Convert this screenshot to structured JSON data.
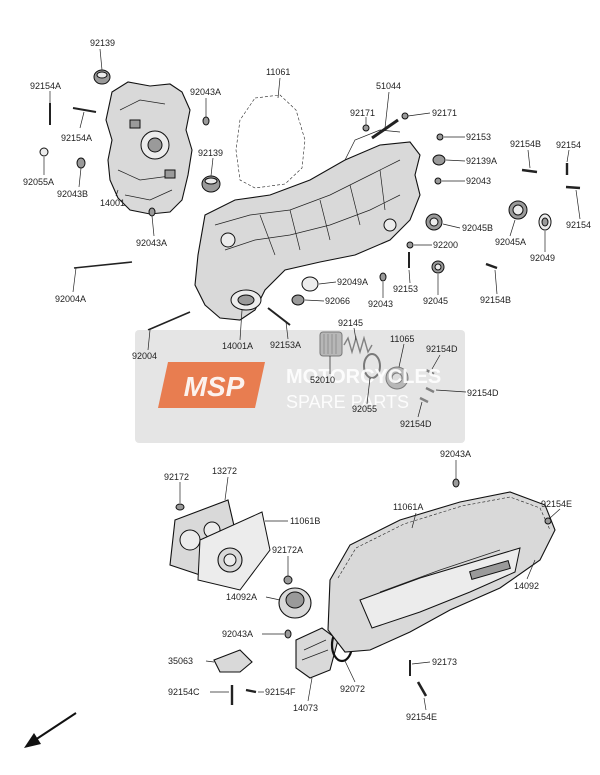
{
  "watermark": {
    "logo_text": "MSP",
    "line1": "MOTORCYCLES",
    "line2": "SPARE PARTS",
    "brand_color": "#e85a1e",
    "panel_color": "#cfcfcf"
  },
  "parts": {
    "p92139_top": "92139",
    "p92154A_1": "92154A",
    "p92154A_2": "92154A",
    "p92055A": "92055A",
    "p92043B": "92043B",
    "p14001": "14001",
    "p92043A_1": "92043A",
    "p92043A_2": "92043A",
    "p92139_mid": "92139",
    "p11061": "11061",
    "p51044": "51044",
    "p92171_1": "92171",
    "p92171_2": "92171",
    "p92153_1": "92153",
    "p92139A": "92139A",
    "p92043_1": "92043",
    "p92154B_1": "92154B",
    "p92154_1": "92154",
    "p92154_2": "92154",
    "p92045B": "92045B",
    "p92045A": "92045A",
    "p92049": "92049",
    "p92200": "92200",
    "p92153_2": "92153",
    "p92045": "92045",
    "p92154B_2": "92154B",
    "p92049A": "92049A",
    "p92066": "92066",
    "p92043_2": "92043",
    "p92004A": "92004A",
    "p92004": "92004",
    "p14001A": "14001A",
    "p92153A": "92153A",
    "p92145": "92145",
    "p11065": "11065",
    "p92154D_1": "92154D",
    "p92154D_2": "92154D",
    "p92154D_3": "92154D",
    "p52010": "52010",
    "p92055": "92055",
    "p92043A_3": "92043A",
    "p92172": "92172",
    "p13272": "13272",
    "p11061B": "11061B",
    "p11061A": "11061A",
    "p92154E_1": "92154E",
    "p92172A": "92172A",
    "p14092A": "14092A",
    "p14092": "14092",
    "p92043A_4": "92043A",
    "p35063": "35063",
    "p92154C": "92154C",
    "p92154F": "92154F",
    "p14073": "14073",
    "p92072": "92072",
    "p92173": "92173",
    "p92154E_2": "92154E"
  },
  "icons": {
    "direction_arrow": "front-direction-arrow-icon"
  }
}
